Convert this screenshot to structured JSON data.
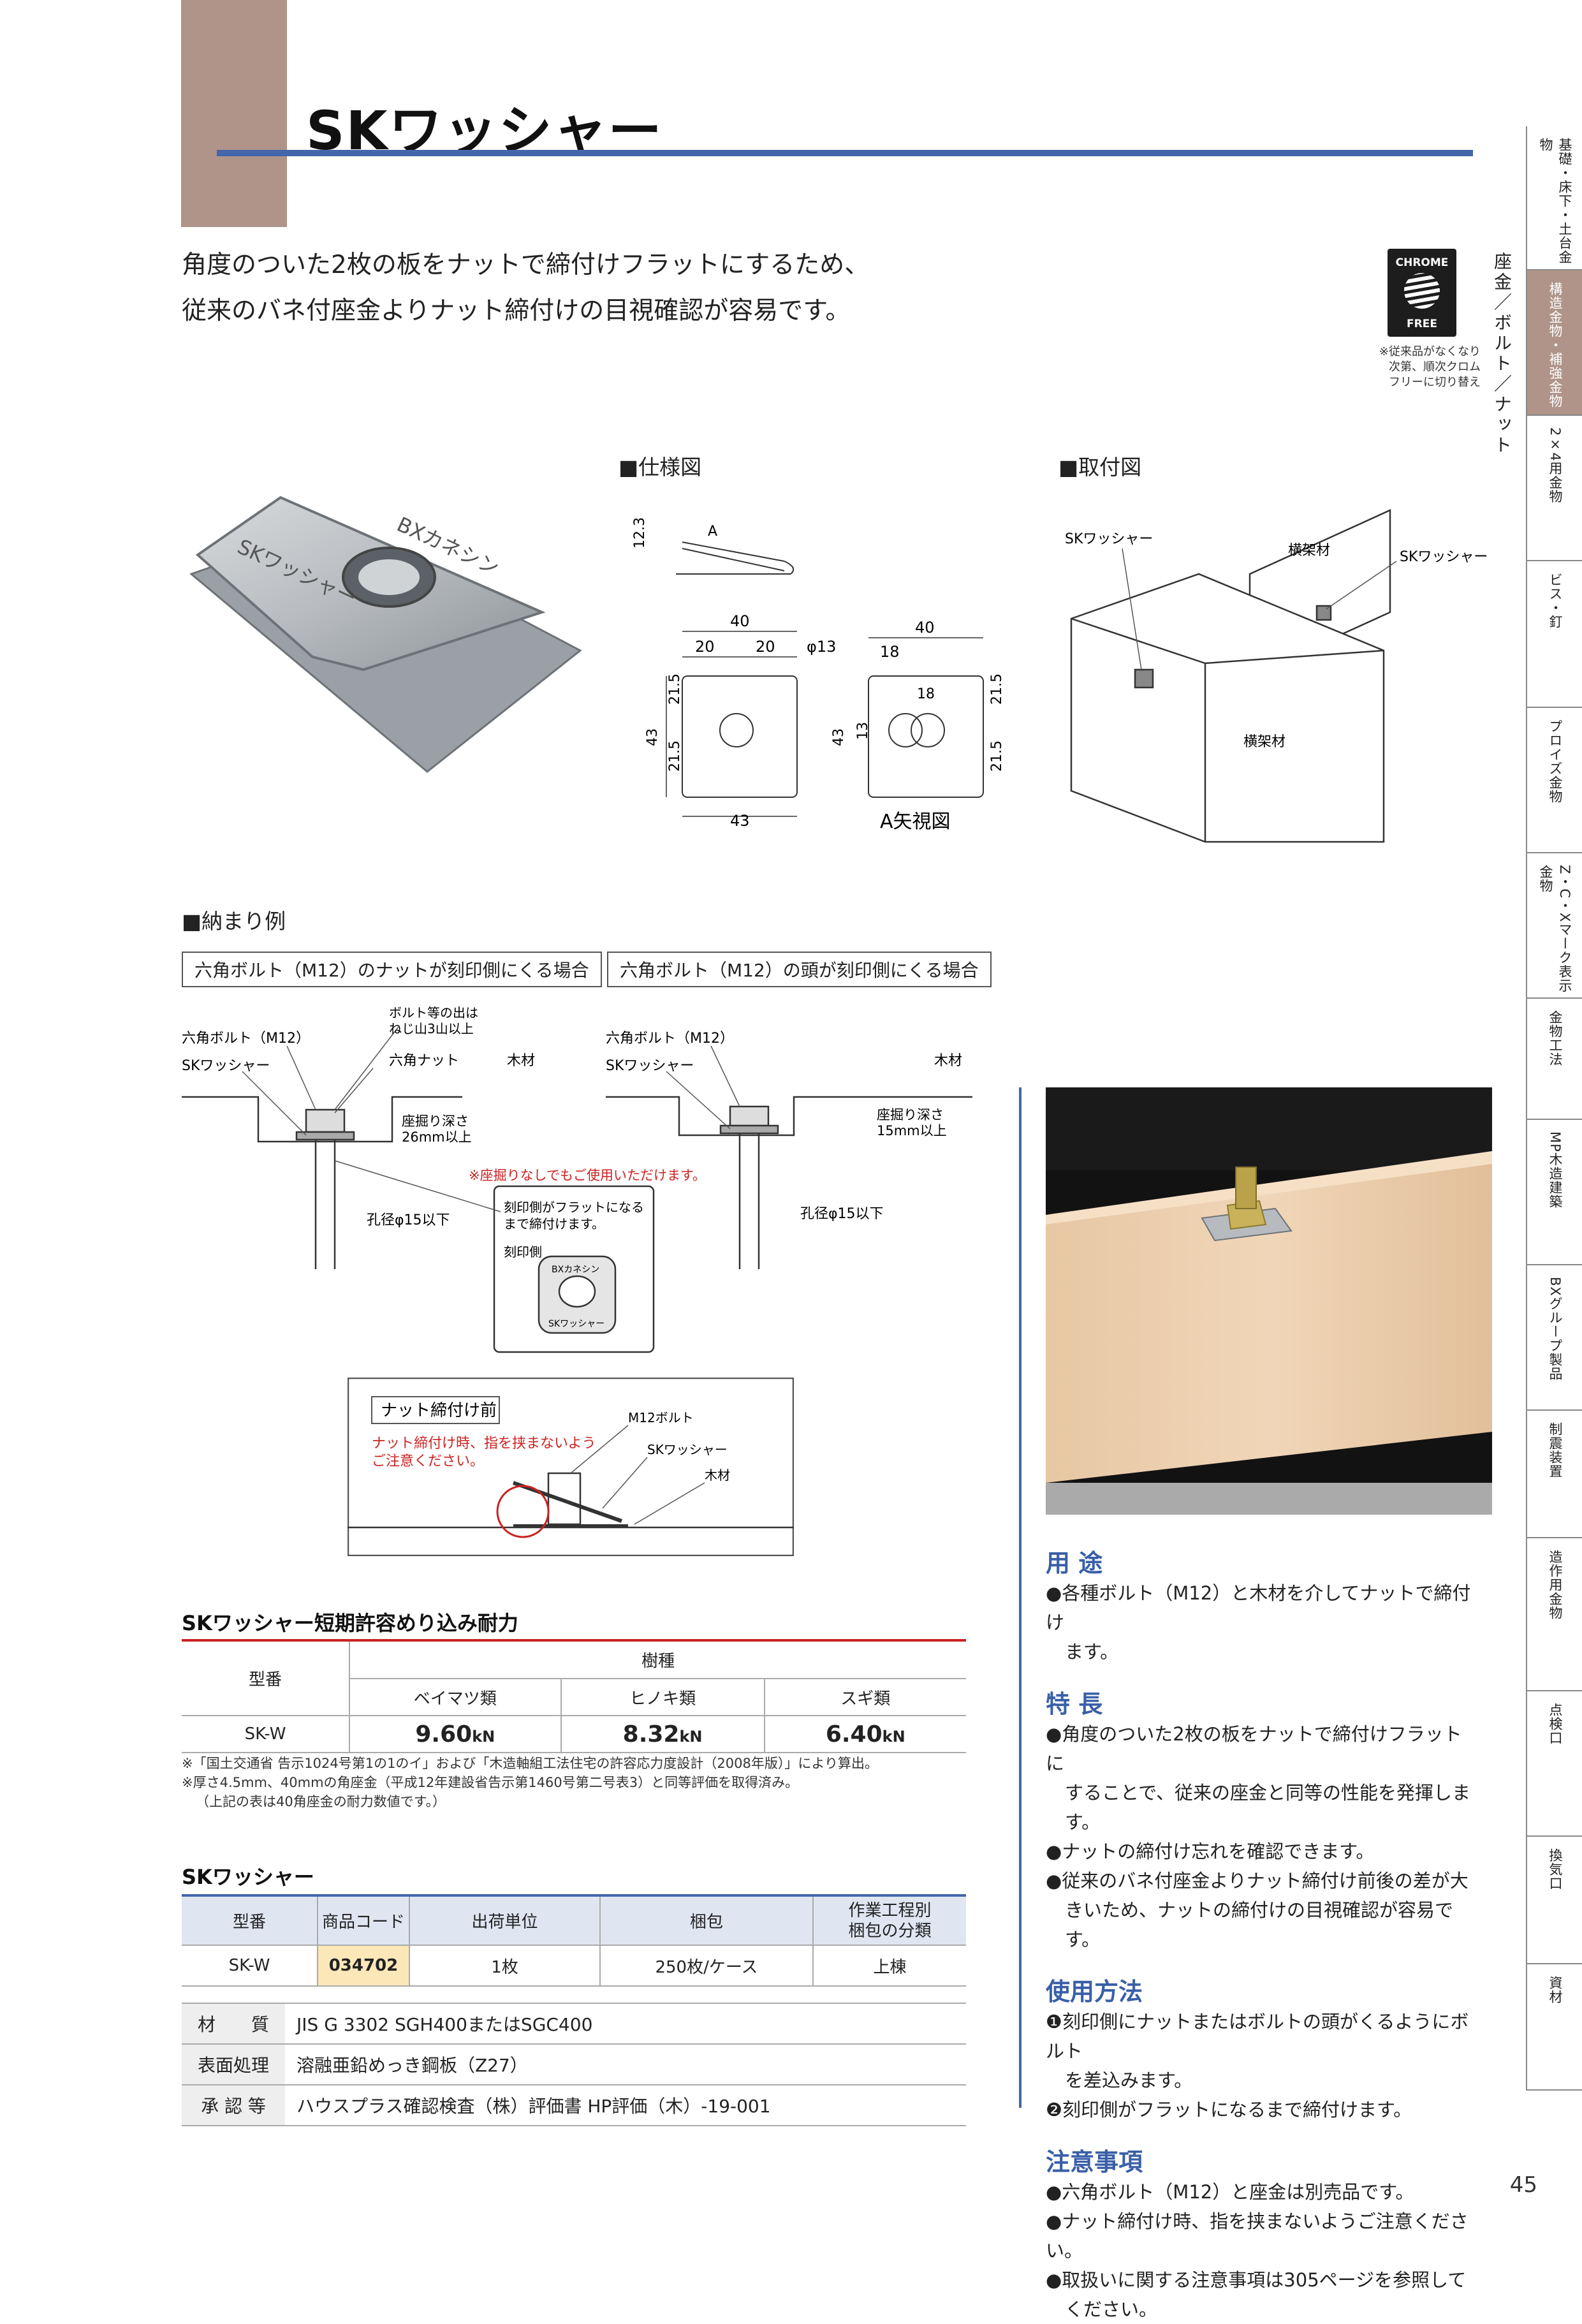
{
  "header": {
    "title": "SKワッシャー",
    "lead_line1": "角度のついた2枚の板をナットで締付けフラットにするため、",
    "lead_line2": "従来のバネ付座金よりナット締付けの目視確認が容易です。"
  },
  "chrome_badge": {
    "top": "CHROME",
    "bottom": "FREE",
    "note_line1": "※従来品がなくなり",
    "note_line2": "次第、順次クロム",
    "note_line3": "フリーに切り替え"
  },
  "category_vertical": "座金／ボルト／ナット",
  "sidebar": {
    "items": [
      {
        "label": "基礎・床下・土台金物",
        "active": false
      },
      {
        "label": "構造金物・補強金物",
        "active": true
      },
      {
        "label": "2×4用金物",
        "active": false
      },
      {
        "label": "ビス・釘",
        "active": false
      },
      {
        "label": "プロイズ金物",
        "active": false
      },
      {
        "label": "Z・C・Xマーク表示金物",
        "active": false
      },
      {
        "label": "金物工法",
        "active": false
      },
      {
        "label": "MP木造建築",
        "active": false
      },
      {
        "label": "BXグループ製品",
        "active": false
      },
      {
        "label": "制震装置",
        "active": false
      },
      {
        "label": "造作用金物",
        "active": false
      },
      {
        "label": "点検口",
        "active": false
      },
      {
        "label": "換気口",
        "active": false
      },
      {
        "label": "資材",
        "active": false
      }
    ]
  },
  "product_photo": {
    "stamp_top": "BXカネシン",
    "stamp_bottom": "SKワッシャー"
  },
  "spec_drawing": {
    "heading": "■仕様図",
    "dim_12_3": "12.3",
    "dim_a": "A",
    "dim_40": "40",
    "dim_20": "20",
    "dim_phi13": "φ13",
    "dim_43": "43",
    "dim_21_5": "21.5",
    "dim_18": "18",
    "dim_13": "13",
    "view_label": "A矢視図"
  },
  "mount_drawing": {
    "heading": "■取付図",
    "washer_label": "SKワッシャー",
    "beam_label": "横架材"
  },
  "fitting": {
    "heading": "■納まり例",
    "case1_label": "六角ボルト（M12）のナットが刻印側にくる場合",
    "case2_label": "六角ボルト（M12）の頭が刻印側にくる場合",
    "bolt_label": "六角ボルト（M12）",
    "washer_label": "SKワッシャー",
    "nut_label": "六角ナット",
    "thread_note_line1": "ボルト等の出は",
    "thread_note_line2": "ねじ山3山以上",
    "wood_label": "木材",
    "depth1_line1": "座掘り深さ",
    "depth1_line2": "26mm以上",
    "depth2_line1": "座掘り深さ",
    "depth2_line2": "15mm以上",
    "hole_label": "孔径φ15以下",
    "no_counterbore_note": "※座掘りなしでもご使用いただけます。",
    "flat_note_line1": "刻印側がフラットになる",
    "flat_note_line2": "まで締付けます。",
    "stamp_side": "刻印側",
    "stamp_top": "BXカネシン",
    "stamp_bottom": "SKワッシャー"
  },
  "before_tighten": {
    "label": "ナット締付け前",
    "caution_line1": "ナット締付け時、指を挟まないよう",
    "caution_line2": "ご注意ください。",
    "bolt_label": "M12ボルト",
    "washer_label": "SKワッシャー",
    "wood_label": "木材"
  },
  "strength_table": {
    "title": "SKワッシャー短期許容めり込み耐力",
    "col_model": "型番",
    "col_species": "樹種",
    "species": [
      "ベイマツ類",
      "ヒノキ類",
      "スギ類"
    ],
    "model": "SK-W",
    "values": [
      "9.60",
      "8.32",
      "6.40"
    ],
    "unit": "kN",
    "note1": "※「国土交通省 告示1024号第1の1のイ」および「木造軸組工法住宅の許容応力度設計（2008年版）」により算出。",
    "note2": "※厚さ4.5mm、40mmの角座金（平成12年建設省告示第1460号第二号表3）と同等評価を取得済み。",
    "note3": "（上記の表は40角座金の耐力数値です。）"
  },
  "product_table": {
    "title": "SKワッシャー",
    "headers": [
      "型番",
      "商品コード",
      "出荷単位",
      "梱包",
      "作業工程別",
      "梱包の分類"
    ],
    "row": [
      "SK-W",
      "034702",
      "1枚",
      "250枚/ケース",
      "上棟"
    ]
  },
  "spec_table": [
    {
      "label": "材　　質",
      "value": "JIS G 3302 SGH400またはSGC400"
    },
    {
      "label": "表面処理",
      "value": "溶融亜鉛めっき鋼板（Z27）"
    },
    {
      "label": "承 認 等",
      "value": "ハウスプラス確認検査（株）評価書 HP評価（木）-19-001"
    }
  ],
  "right_column": {
    "usage_heading": "用 途",
    "usage_line1": "●各種ボルト（M12）と木材を介してナットで締付け",
    "usage_line2": "ます。",
    "features_heading": "特 長",
    "feat1_line1": "●角度のついた2枚の板をナットで締付けフラットに",
    "feat1_line2": "することで、従来の座金と同等の性能を発揮します。",
    "feat2": "●ナットの締付け忘れを確認できます。",
    "feat3_line1": "●従来のバネ付座金よりナット締付け前後の差が大",
    "feat3_line2": "きいため、ナットの締付けの目視確認が容易です。",
    "howto_heading": "使用方法",
    "howto1_line1": "❶刻印側にナットまたはボルトの頭がくるようにボルト",
    "howto1_line2": "を差込みます。",
    "howto2": "❷刻印側がフラットになるまで締付けます。",
    "caution_heading": "注意事項",
    "caution1": "●六角ボルト（M12）と座金は別売品です。",
    "caution2": "●ナット締付け時、指を挟まないようご注意ください。",
    "caution3_line1": "●取扱いに関する注意事項は305ページを参照して",
    "caution3_line2": "ください。"
  },
  "page_number": "45",
  "colors": {
    "accent_blue": "#4466aa",
    "heading_blue": "#3a5fa8",
    "brown": "#b09489",
    "red": "#cc2222"
  }
}
